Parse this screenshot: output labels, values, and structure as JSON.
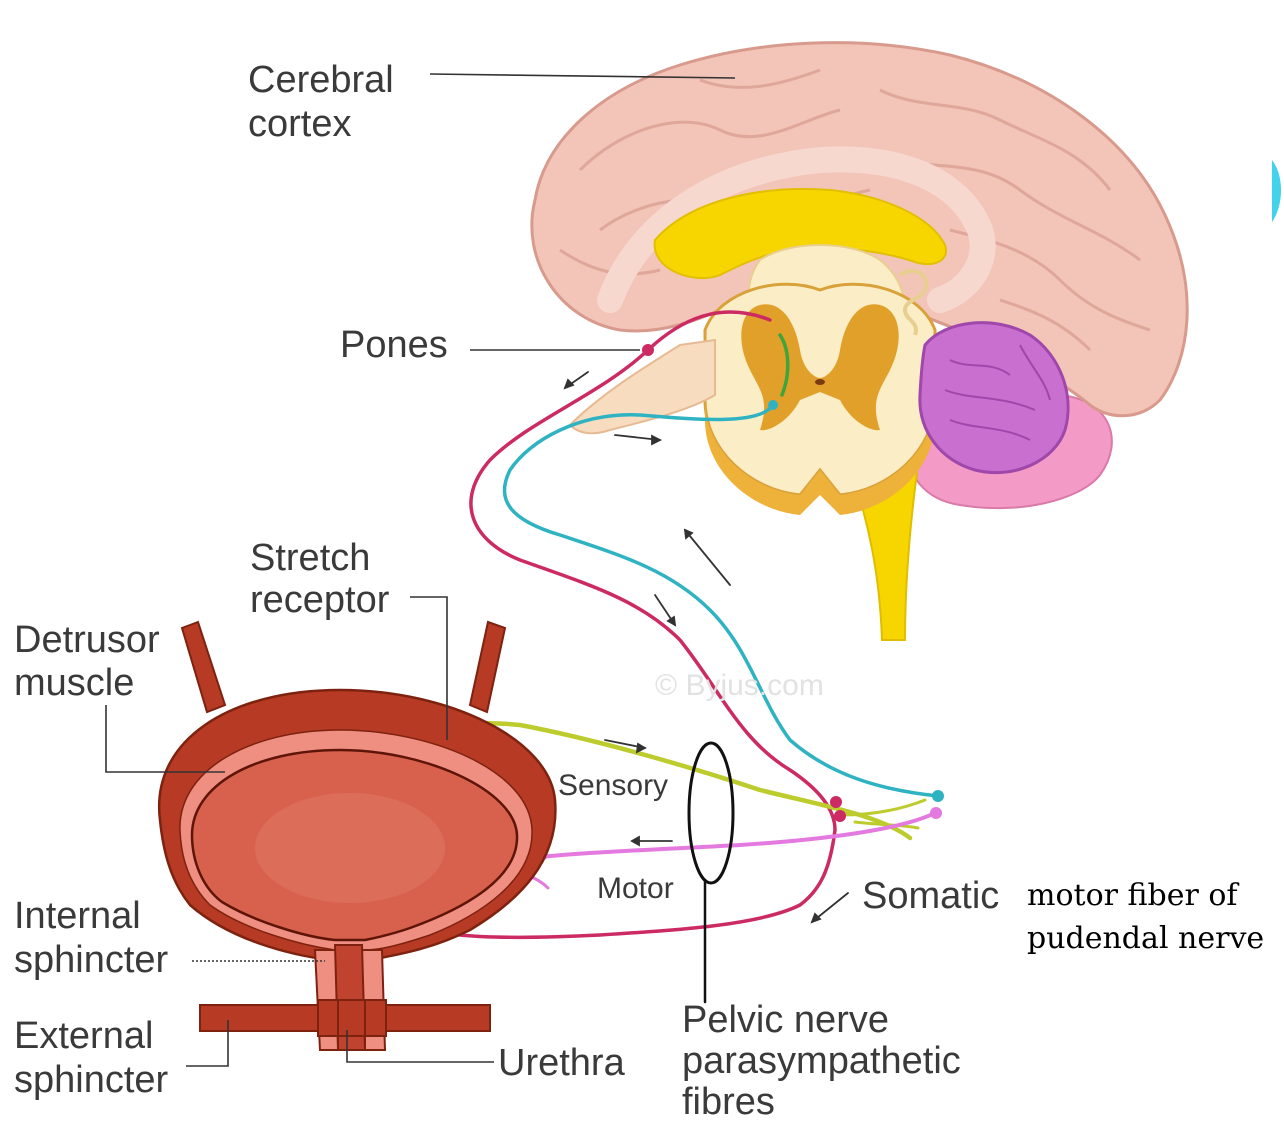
{
  "labels": {
    "cerebral_1": "Cerebral",
    "cerebral_2": "cortex",
    "pones": "Pones",
    "stretch_1": "Stretch",
    "stretch_2": "receptor",
    "detrusor_1": "Detrusor",
    "detrusor_2": "muscle",
    "sensory": "Sensory",
    "motor": "Motor",
    "somatic": "Somatic",
    "somatic_serif_1": "motor fiber of",
    "somatic_serif_2": "pudendal nerve",
    "internal_1": "Internal",
    "internal_2": "sphincter",
    "external_1": "External",
    "external_2": "sphincter",
    "urethra": "Urethra",
    "pelvic_1": "Pelvic nerve",
    "pelvic_2": "parasympathetic",
    "pelvic_3": "fibres",
    "watermark": "© Byjus.com"
  },
  "colors": {
    "brain_pink": "#f3c2b6",
    "corpus_yellow": "#f7d600",
    "cerebellum_purple": "#c86fd0",
    "bladder_outer": "#b63a24",
    "bladder_inner": "#d8614e",
    "nerve_magenta": "#cc2a62",
    "nerve_cyan": "#2fb3c2",
    "nerve_yellowgreen": "#bccc2c",
    "nerve_pink": "#e479df"
  }
}
